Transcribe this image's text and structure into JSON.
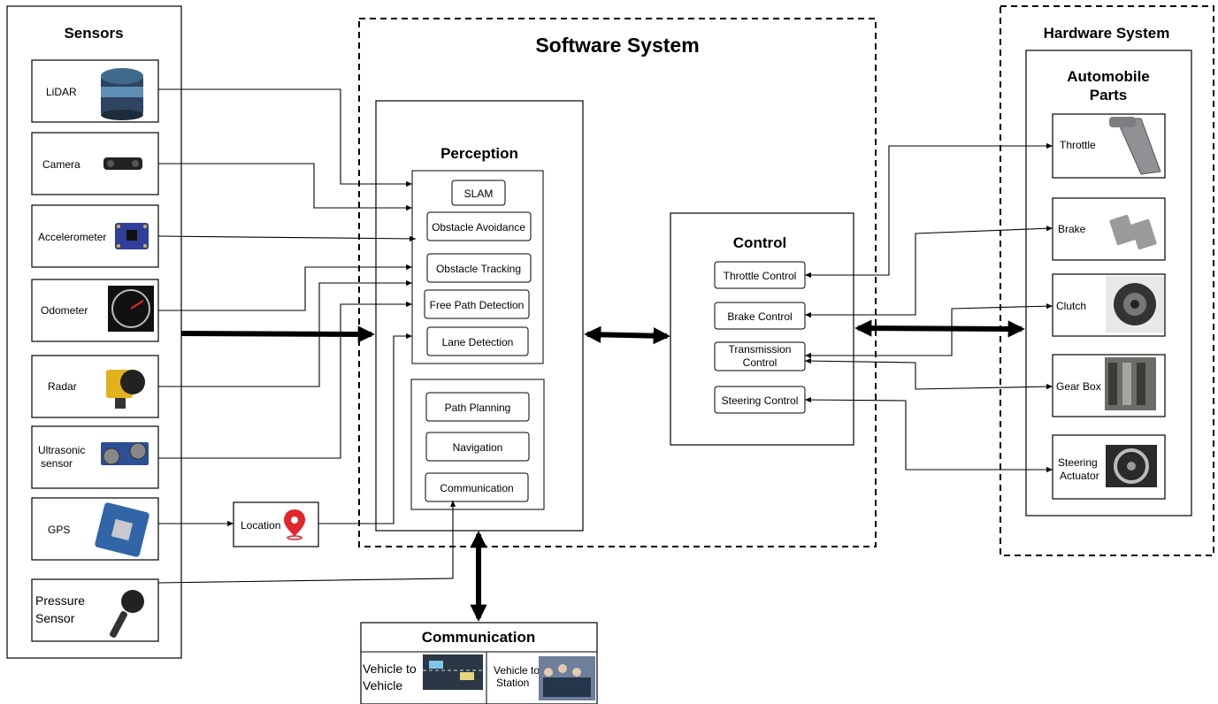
{
  "software_system": {
    "title": "Software System"
  },
  "hardware_system": {
    "title": "Hardware System",
    "automobile_parts_line1": "Automobile",
    "automobile_parts_line2": "Parts",
    "parts": [
      "Throttle",
      "Brake",
      "Clutch",
      "Gear Box",
      "Steering",
      "Actuator"
    ]
  },
  "sensors": {
    "title": "Sensors",
    "items": [
      "LiDAR",
      "Camera",
      "Accelerometer",
      "Odometer",
      "Radar",
      "Ultrasonic",
      "sensor",
      "GPS",
      "Pressure",
      "Sensor"
    ]
  },
  "location": {
    "label": "Location"
  },
  "perception": {
    "title": "Perception",
    "items": [
      "SLAM",
      "Obstacle Avoidance",
      "Obstacle Tracking",
      "Free Path Detection",
      "Lane Detection"
    ]
  },
  "planning": {
    "items": [
      "Path Planning",
      "Navigation",
      "Communication"
    ]
  },
  "control": {
    "title": "Control",
    "items": [
      "Throttle Control",
      "Brake Control",
      "Transmission",
      "Control",
      "Steering Control"
    ]
  },
  "communication": {
    "title": "Communication",
    "v2v_line1": "Vehicle to",
    "v2v_line2": "Vehicle",
    "v2s_line1": "Vehicle to",
    "v2s_line2": "Station"
  },
  "icon_names": [
    "lidar-icon",
    "camera-icon",
    "accelerometer-icon",
    "odometer-icon",
    "radar-icon",
    "ultrasonic-sensor-icon",
    "gps-module-icon",
    "tire-pressure-sensor-icon",
    "location-pin-icon",
    "throttle-pedal-icon",
    "brake-pedal-icon",
    "clutch-icon",
    "gearbox-icon",
    "steering-wheel-icon",
    "v2v-road-icon",
    "v2s-crowd-icon"
  ]
}
